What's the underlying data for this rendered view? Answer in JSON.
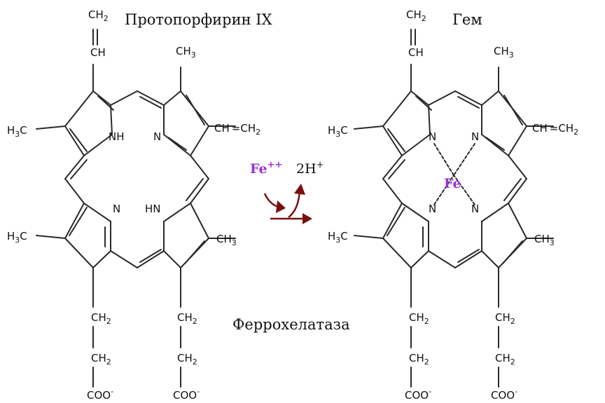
{
  "titles": {
    "left": "Протопорфирин IX",
    "right": "Гем",
    "enzyme": "Феррохелатаза"
  },
  "reaction": {
    "reagent": "Fe",
    "reagent_charge": "++",
    "product": "2H",
    "product_charge": "+"
  },
  "labels": {
    "vinyl_ch2": "CH",
    "vinyl_ch2_sub": "2",
    "vinyl_ch": "CH",
    "vinyl_right": "CH",
    "vinyl_right_eq": "=",
    "vinyl_right_ch": "CH",
    "vinyl_right_sub": "2",
    "methyl_h": "H",
    "methyl_c": "C",
    "methyl_sub": "3",
    "methyl_ch": "CH",
    "nitrogen": "N",
    "nh": "NH",
    "hn": "HN",
    "ch2": "CH",
    "ch2_sub": "2",
    "coo": "COO",
    "coo_charge": "-",
    "iron": "Fe"
  },
  "colors": {
    "bond": "#2a2a2a",
    "text": "#111111",
    "iron": "#9b30d9",
    "arrow": "#7a0f0f"
  }
}
